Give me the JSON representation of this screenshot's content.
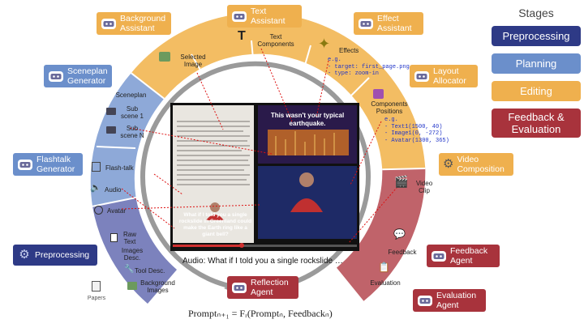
{
  "legend": {
    "title": "Stages",
    "items": [
      {
        "label": "Preprocessing",
        "color": "#2e3a86"
      },
      {
        "label": "Planning",
        "color": "#6b8fcb"
      },
      {
        "label": "Editing",
        "color": "#efb04e"
      },
      {
        "label": "Feedback & Evaluation",
        "color": "#a8333c"
      }
    ]
  },
  "agents": {
    "background": "Background Assistant",
    "text": "Text Assistant",
    "effect": "Effect Assistant",
    "layout": "Layout Allocator",
    "video": "Video Composition",
    "feedback": "Feedback Agent",
    "evaluation": "Evaluation Agent",
    "reflection": "Reflection Agent",
    "sceneplan": "Sceneplan Generator",
    "flashtalk": "Flashtalk Generator",
    "preprocessing": "Preprocessing"
  },
  "ring_labels": {
    "selected_image": "Selected Image",
    "text_components": "Text Components",
    "effects": "Effects",
    "components_positions": "Components Positions",
    "sceneplan": "Sceneplan",
    "sub_scene_1": "Sub scene 1",
    "sub_scene_n": "Sub scene N",
    "flash_talk": "Flash-talk",
    "audio": "Audio",
    "avatar": "Avatar",
    "raw_text": "Raw Text",
    "images_desc": "Images Desc.",
    "tool_desc": "Tool Desc.",
    "background_images": "Background Images",
    "papers": "Papers",
    "video_clip": "Video Clip",
    "feedback": "Feedback",
    "evaluation": "Evaluation"
  },
  "effects_code": [
    "e.g.",
    "- target: first_page.png",
    "- type: zoom-in"
  ],
  "positions_code": [
    "e.g.",
    "- Text1(1500, 40)",
    "- Image1(0, -272)",
    "- Avatar(1300, 365)"
  ],
  "video": {
    "headline": "This wasn't your typical earthquake.",
    "subtitle": "What if I told you a single rockslide in Greenland could make the Earth ring like a giant bell?",
    "audio_caption": "Audio: What if I told you a single rockslide …"
  },
  "formula": "Promptₙ₊₁ = Fᵣ(Promptₙ, Feedbackₙ)"
}
